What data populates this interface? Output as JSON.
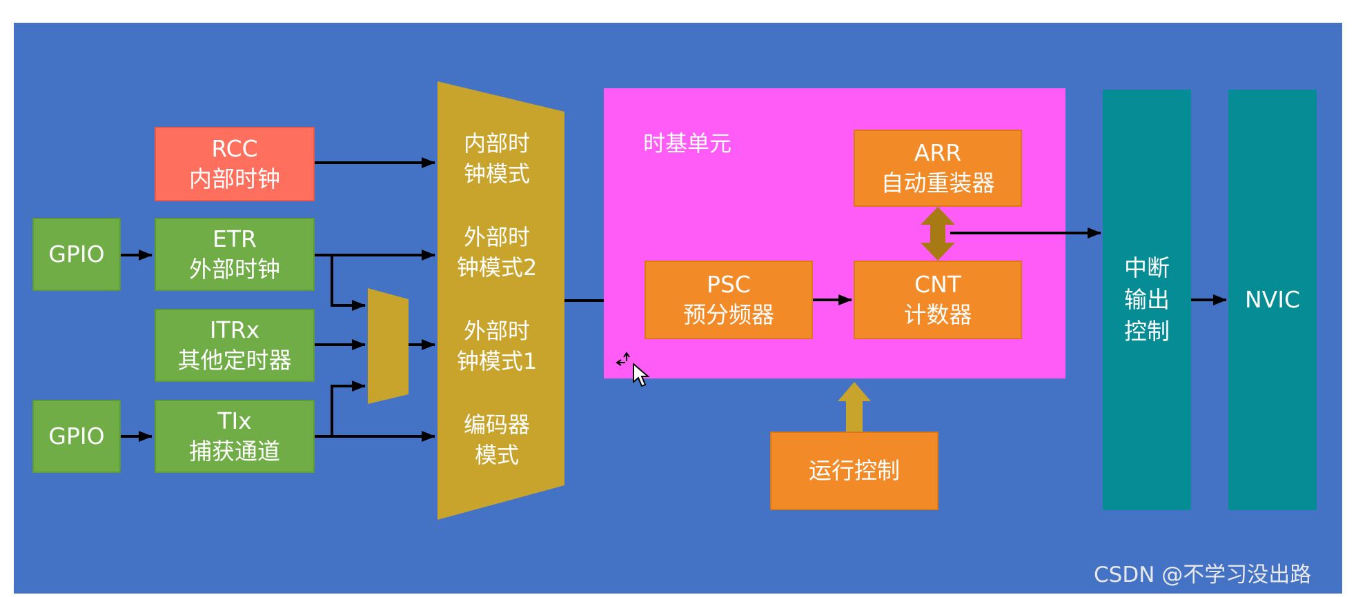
{
  "blocks": {
    "rcc": [
      "RCC",
      "内部时钟"
    ],
    "etr": [
      "ETR",
      "外部时钟"
    ],
    "itrx": [
      "ITRx",
      "其他定时器"
    ],
    "tix": [
      "TIx",
      "捕获通道"
    ],
    "gpio_top": "GPIO",
    "gpio_bottom": "GPIO"
  },
  "clock_mux": {
    "internal": [
      "内部时",
      "钟模式"
    ],
    "external2": [
      "外部时",
      "钟模式2"
    ],
    "external1": [
      "外部时",
      "钟模式1"
    ],
    "encoder": [
      "编码器",
      "模式"
    ]
  },
  "time_base": {
    "title": "时基单元",
    "arr": [
      "ARR",
      "自动重装器"
    ],
    "psc": [
      "PSC",
      "预分频器"
    ],
    "cnt": [
      "CNT",
      "计数器"
    ]
  },
  "run_control": "运行控制",
  "interrupt_output": [
    "中断",
    "输出",
    "控制"
  ],
  "nvic": "NVIC",
  "watermark": "CSDN @不学习没出路",
  "colors": {
    "background": "#4472c4",
    "gpio": "#70ad47",
    "rcc": "#ff6f5e",
    "mux": "#c8a42c",
    "time_base": "#ff5cf7",
    "unit": "#f28a28",
    "output": "#068c94"
  }
}
